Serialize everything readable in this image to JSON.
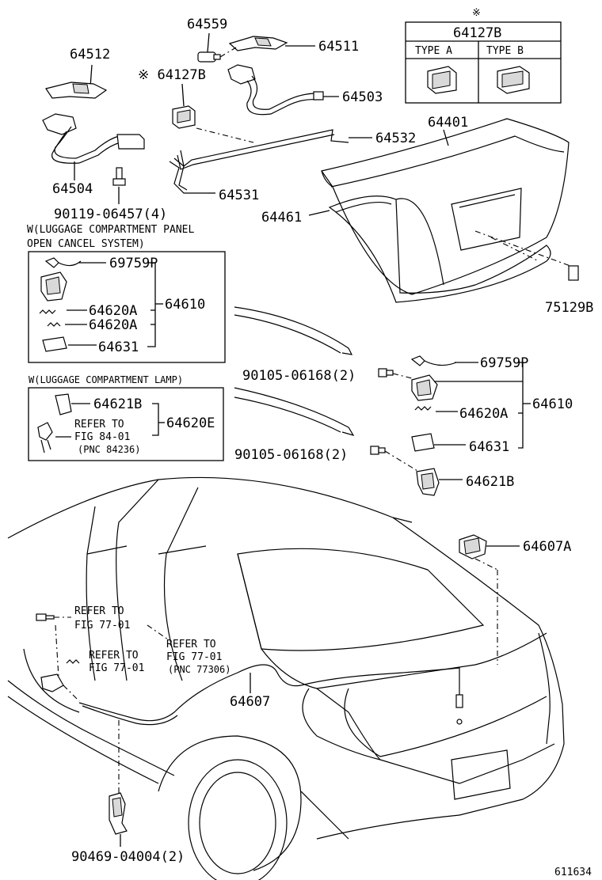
{
  "labels": {
    "p64559": "64559",
    "p64511": "64511",
    "p64512": "64512",
    "p64127b_left": "※ 64127B",
    "p64503": "64503",
    "p64504": "64504",
    "p64532": "64532",
    "p64531": "64531",
    "p64401": "64401",
    "p64461": "64461",
    "p75129b": "75129B",
    "p90119": "90119-06457(4)",
    "p69759p_a": "69759P",
    "p64620a_1": "64620A",
    "p64620a_2": "64620A",
    "p64610_a": "64610",
    "p64631_a": "64631",
    "p90105_1": "90105-06168(2)",
    "p69759p_b": "69759P",
    "p64620a_3": "64620A",
    "p64610_b": "64610",
    "p64631_b": "64631",
    "p90105_2": "90105-06168(2)",
    "p64621b_a": "64621B",
    "p64620e": "64620E",
    "p64621b_b": "64621B",
    "p64607a": "64607A",
    "p64607": "64607",
    "p90469": "90469-04004(2)",
    "figure_no": "611634"
  },
  "type_table": {
    "mark": "※",
    "part": "64127B",
    "col_a": "TYPE A",
    "col_b": "TYPE B"
  },
  "boxes": {
    "box1_line1": "W(LUGGAGE COMPARTMENT PANEL",
    "box1_line2": "OPEN CANCEL SYSTEM)",
    "box2_title": "W(LUGGAGE COMPARTMENT LAMP)",
    "box2_ref1": "REFER TO",
    "box2_ref2": "FIG 84-01",
    "box2_ref3": "(PNC 84236)"
  },
  "refs": {
    "r1_a": "REFER TO",
    "r1_b": "FIG 77-01",
    "r2_a": "REFER TO",
    "r2_b": "FIG 77-01",
    "r2_c": "(PNC 77306)",
    "r3_a": "REFER TO",
    "r3_b": "FIG 77-01"
  }
}
